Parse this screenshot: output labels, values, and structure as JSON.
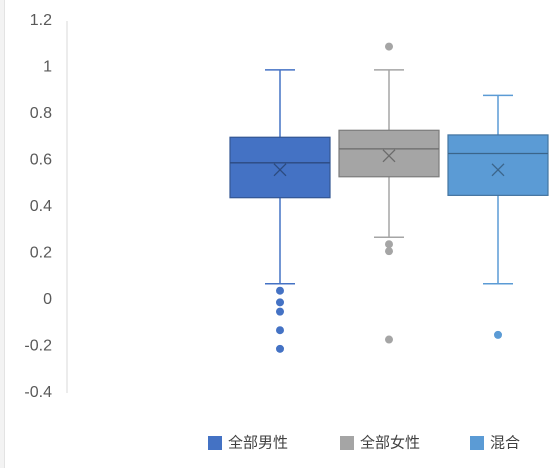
{
  "chart_data": {
    "type": "box",
    "title": "",
    "xlabel": "",
    "ylabel": "",
    "ylim": [
      -0.4,
      1.2
    ],
    "yticks": [
      "1.2",
      "1",
      "0.8",
      "0.6",
      "0.4",
      "0.2",
      "0",
      "-0.2",
      "-0.4"
    ],
    "grid": false,
    "legend_position": "bottom-right",
    "series": [
      {
        "name": "全部男性",
        "color": "#4472C4",
        "whisker_low": 0.07,
        "q1": 0.44,
        "median": 0.59,
        "mean": 0.56,
        "q3": 0.7,
        "whisker_high": 0.99,
        "outliers": [
          0.04,
          -0.01,
          -0.05,
          -0.13,
          -0.21
        ]
      },
      {
        "name": "全部女性",
        "color": "#A5A5A5",
        "whisker_low": 0.27,
        "q1": 0.53,
        "median": 0.65,
        "mean": 0.62,
        "q3": 0.73,
        "whisker_high": 0.99,
        "outliers": [
          1.09,
          0.24,
          0.21,
          -0.17
        ]
      },
      {
        "name": "混合",
        "color": "#5B9BD5",
        "whisker_low": 0.07,
        "q1": 0.45,
        "median": 0.63,
        "mean": 0.56,
        "q3": 0.71,
        "whisker_high": 0.88,
        "outliers": [
          -0.15
        ]
      }
    ]
  }
}
